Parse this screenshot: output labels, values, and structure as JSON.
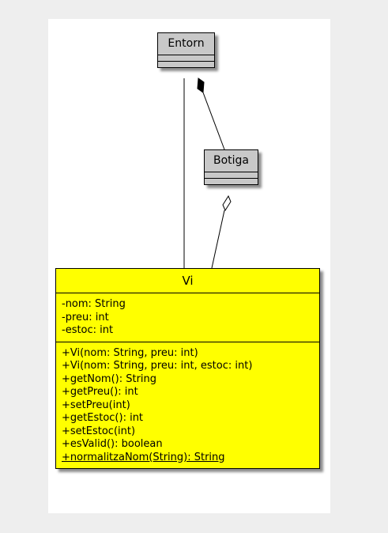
{
  "diagram": {
    "classes": {
      "entorn": {
        "name": "Entorn"
      },
      "botiga": {
        "name": "Botiga"
      },
      "vi": {
        "name": "Vi",
        "attributes": [
          "-nom: String",
          "-preu: int",
          "-estoc: int"
        ],
        "methods": [
          "+Vi(nom: String, preu: int)",
          "+Vi(nom: String, preu: int, estoc: int)",
          "+getNom(): String",
          "+getPreu(): int",
          "+setPreu(int)",
          "+getEstoc(): int",
          "+setEstoc(int)",
          "+esValid(): boolean",
          "+normalitzaNom(String): String"
        ]
      }
    },
    "relations": [
      {
        "from": "Entorn",
        "to": "Botiga",
        "type": "composition"
      },
      {
        "from": "Entorn",
        "to": "Vi",
        "type": "association"
      },
      {
        "from": "Botiga",
        "to": "Vi",
        "type": "aggregation"
      }
    ],
    "colors": {
      "class_fill": "#c8c8c8",
      "highlight_fill": "#ffff00",
      "border": "#000000"
    }
  }
}
